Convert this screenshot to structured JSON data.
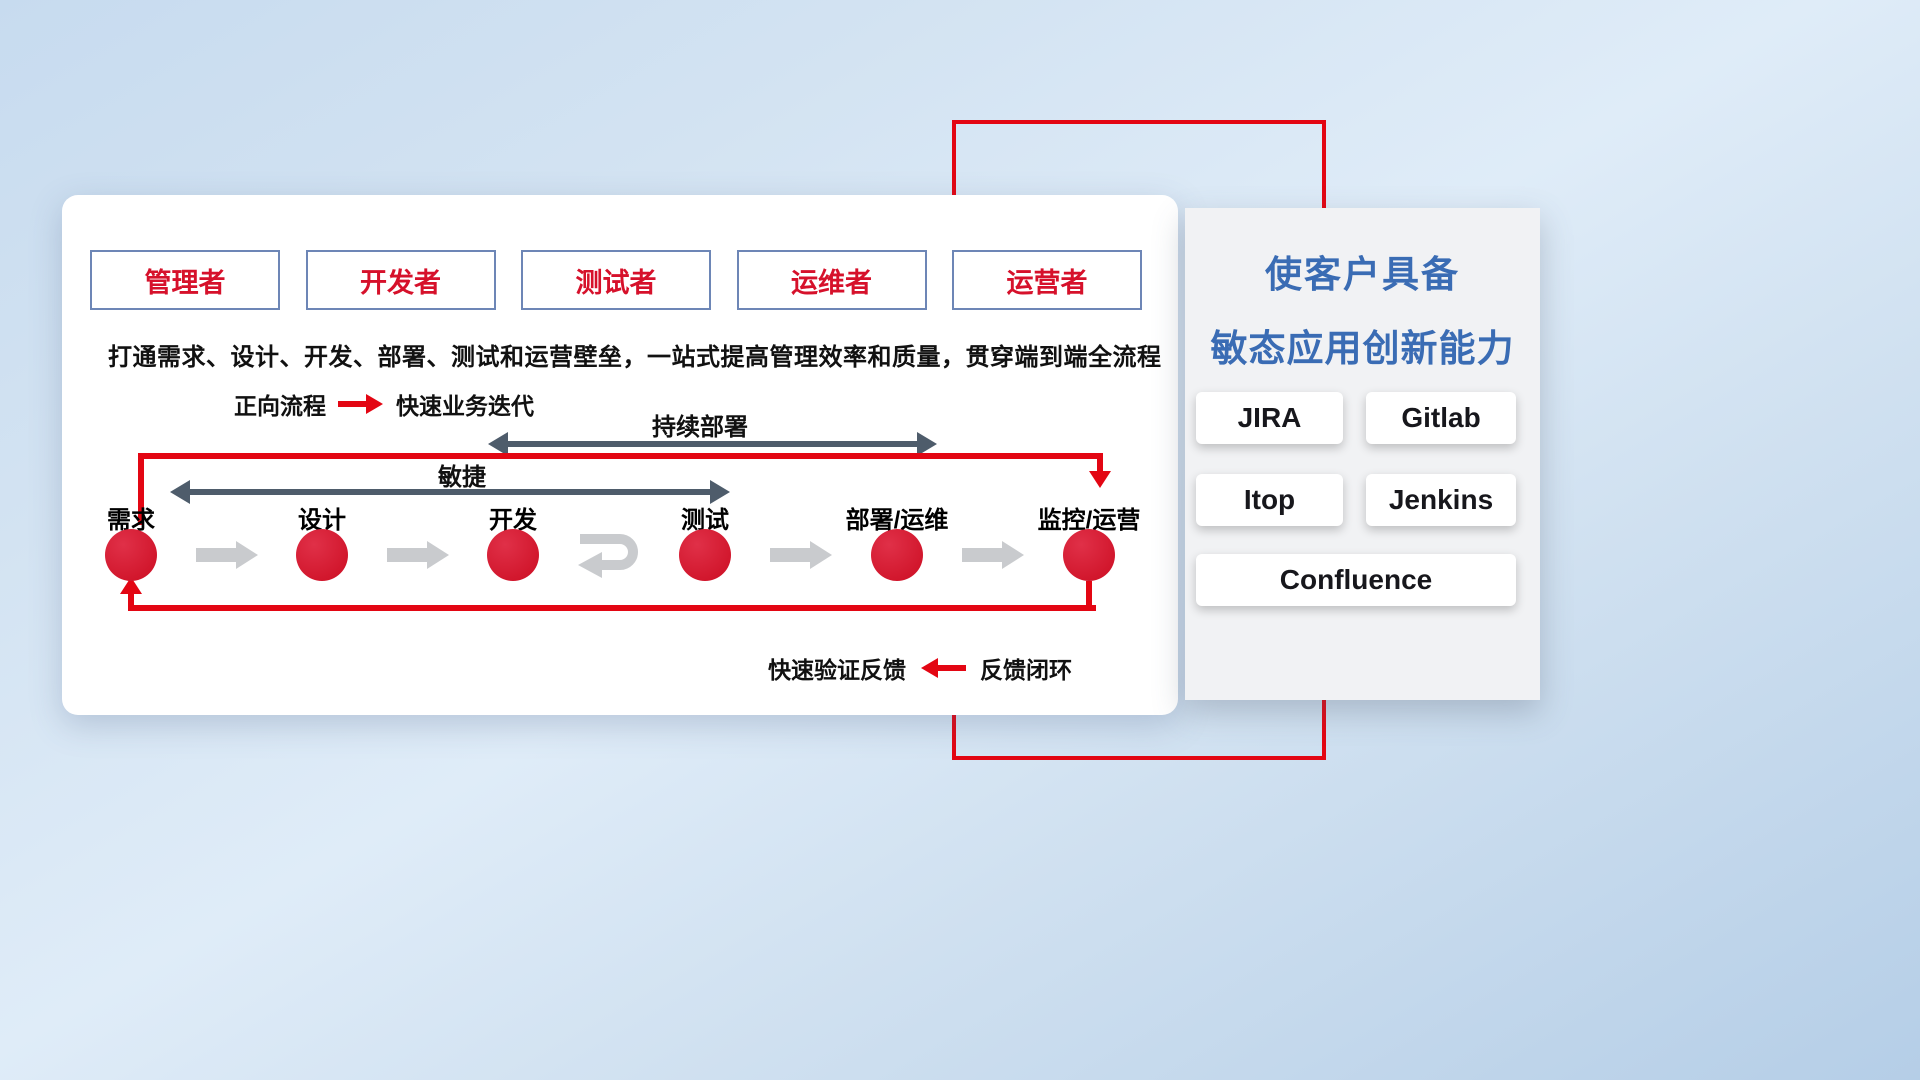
{
  "roles": [
    "管理者",
    "开发者",
    "测试者",
    "运维者",
    "运营者"
  ],
  "subtitle": "打通需求、设计、开发、部署、测试和运营壁垒，一站式提高管理效率和质量，贯穿端到端全流程",
  "legend_forward": {
    "label": "正向流程",
    "desc": "快速业务迭代"
  },
  "arrows": {
    "continuous_deploy": "持续部署",
    "agile": "敏捷"
  },
  "flow": {
    "nodes": [
      "需求",
      "设计",
      "开发",
      "测试",
      "部署/运维",
      "监控/运营"
    ]
  },
  "legend_feedback": {
    "desc": "快速验证反馈",
    "label": "反馈闭环"
  },
  "right_panel": {
    "title_line1": "使客户具备",
    "title_line2": "敏态应用创新能力",
    "tools": [
      "JIRA",
      "Gitlab",
      "Itop",
      "Jenkins",
      "Confluence"
    ]
  },
  "colors": {
    "red": "#e30613",
    "node_red": "#d41226",
    "blue": "#3a6cb4",
    "dark_arrow": "#4e5c6b",
    "gray_arrow": "#c9cbce"
  }
}
